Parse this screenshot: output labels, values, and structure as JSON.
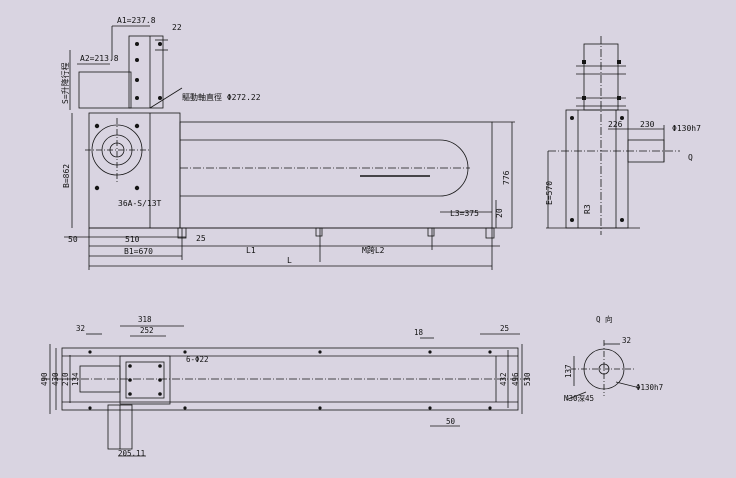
{
  "colors": {
    "background": "#d9d4e1",
    "line": "#151515",
    "centerline": "#3a3a3a"
  },
  "front_view": {
    "dim_a1": "A1=237.8",
    "dim_22": "22",
    "dim_a2": "A2=213.8",
    "dim_s": "S=升降行程",
    "dim_bore": "驅動軸直徑 Φ272.22",
    "model_label": "36A-S/13T",
    "dim_b": "B=862",
    "dim_776": "776",
    "dim_l3": "L3=375",
    "dim_20": "20",
    "dim_50": "50",
    "dim_510": "510",
    "dim_25": "25",
    "dim_b1": "B1=670",
    "dim_l1": "L1",
    "dim_m": "M跨L2",
    "dim_l": "L"
  },
  "side_view": {
    "dim_226": "226",
    "dim_230": "230",
    "dim_shaft": "Φ130h7",
    "label_q": "Q",
    "dim_e": "E=570",
    "dim_r": "R3"
  },
  "top_view": {
    "dim_32": "32",
    "dim_318": "318",
    "dim_252": "252",
    "dim_holes": "6-Φ22",
    "dim_490": "490",
    "dim_430": "430",
    "dim_210": "210",
    "dim_134": "134",
    "dim_18": "18",
    "dim_25r": "25",
    "dim_432": "432",
    "dim_496": "496",
    "dim_530": "530",
    "dim_50b": "50",
    "dim_205": "205.11"
  },
  "q_view": {
    "title": "Q 向",
    "dim_32": "32",
    "dim_137": "137",
    "dim_keyway": "M30深45",
    "dim_shaft": "Φ130h7"
  }
}
